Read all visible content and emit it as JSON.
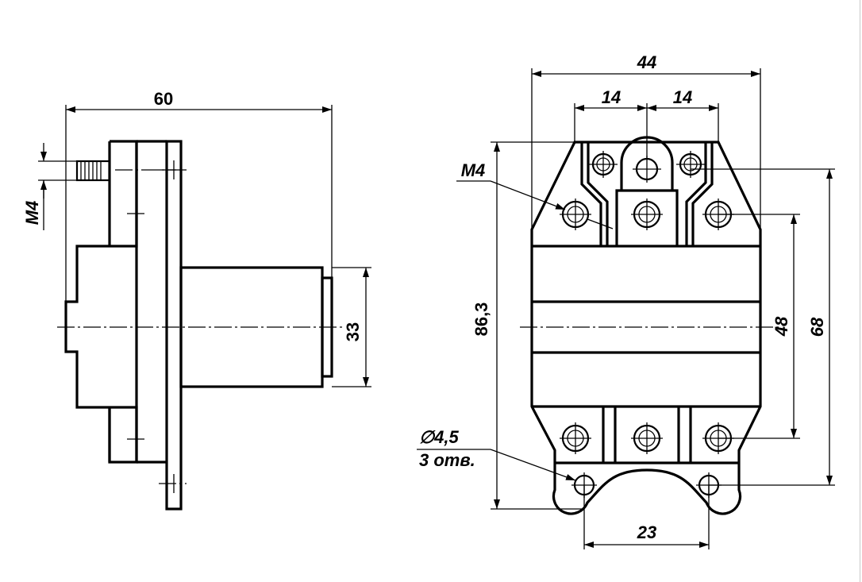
{
  "left_view": {
    "dim_length": "60",
    "dim_diameter": "33",
    "thread": "M4"
  },
  "right_view": {
    "dim_width": "44",
    "dim_spacing_left": "14",
    "dim_spacing_right": "14",
    "dim_height_total": "86,3",
    "dim_height_48": "48",
    "dim_height_68": "68",
    "dim_bottom_spacing": "23",
    "thread": "M4",
    "hole_callout_diameter": "∅4,5",
    "hole_callout_count": "3 отв."
  }
}
